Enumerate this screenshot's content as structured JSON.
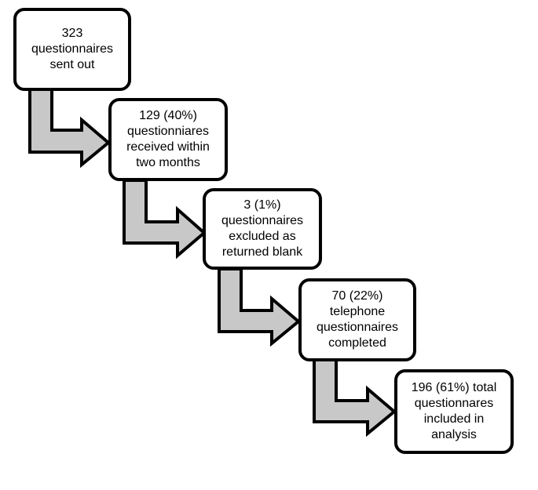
{
  "flow": {
    "steps": [
      {
        "text": "323\nquestionnaires\nsent out"
      },
      {
        "text": "129 (40%)\nquestionniares\nreceived within\ntwo months"
      },
      {
        "text": "3 (1%)\nquestionnaires\nexcluded as\nreturned blank"
      },
      {
        "text": "70 (22%)\ntelephone\nquestionnaires\ncompleted"
      },
      {
        "text": "196 (61%) total\nquestionnares\nincluded in\nanalysis"
      }
    ],
    "arrow_fill": "#c8c8c8",
    "stroke": "#000000"
  }
}
